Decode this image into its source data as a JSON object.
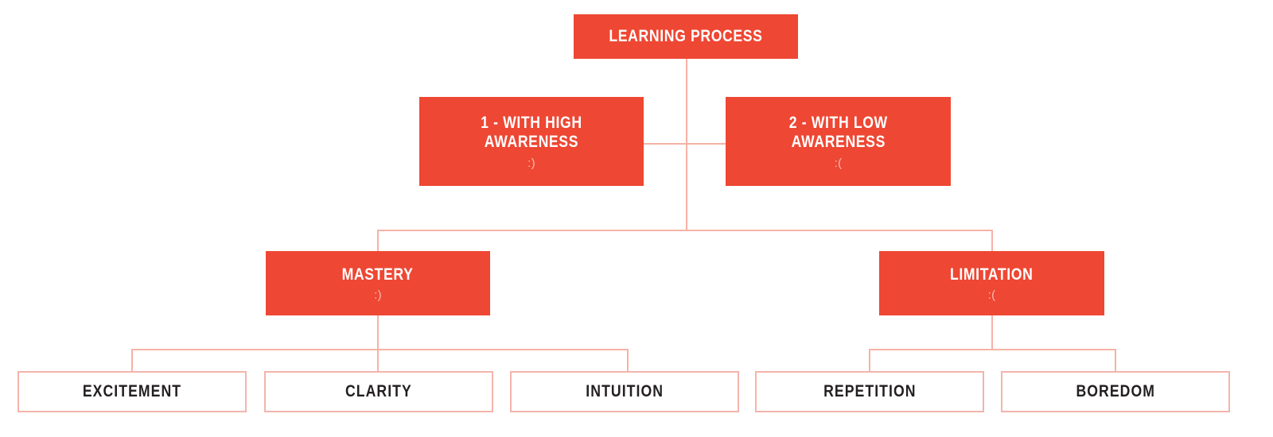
{
  "diagram": {
    "title": "Learning Process",
    "type": "tree",
    "colors": {
      "node_fill": "#EE4733",
      "node_text": "#FFFFFF",
      "leaf_fill": "#FFFFFF",
      "leaf_border": "#F3B4AB",
      "leaf_text": "#231F20",
      "connector": "#F6B2A6",
      "background": "#FFFFFF"
    },
    "nodes": {
      "root": {
        "label": "LEARNING PROCESS",
        "emoji": "",
        "style": "filled"
      },
      "level1": [
        {
          "label": "1 - WITH HIGH\nAWARENESS",
          "emoji": ":)",
          "style": "filled"
        },
        {
          "label": "2 -  WITH LOW\nAWARENESS",
          "emoji": ":(",
          "style": "filled"
        }
      ],
      "level2": [
        {
          "label": "MASTERY",
          "emoji": ":)",
          "style": "filled"
        },
        {
          "label": "LIMITATION",
          "emoji": ":(",
          "style": "filled"
        }
      ],
      "level3": [
        {
          "label": "EXCITEMENT",
          "style": "outline"
        },
        {
          "label": "CLARITY",
          "style": "outline"
        },
        {
          "label": "INTUITION",
          "style": "outline"
        },
        {
          "label": "REPETITION",
          "style": "outline"
        },
        {
          "label": "BOREDOM",
          "style": "outline"
        }
      ]
    }
  }
}
